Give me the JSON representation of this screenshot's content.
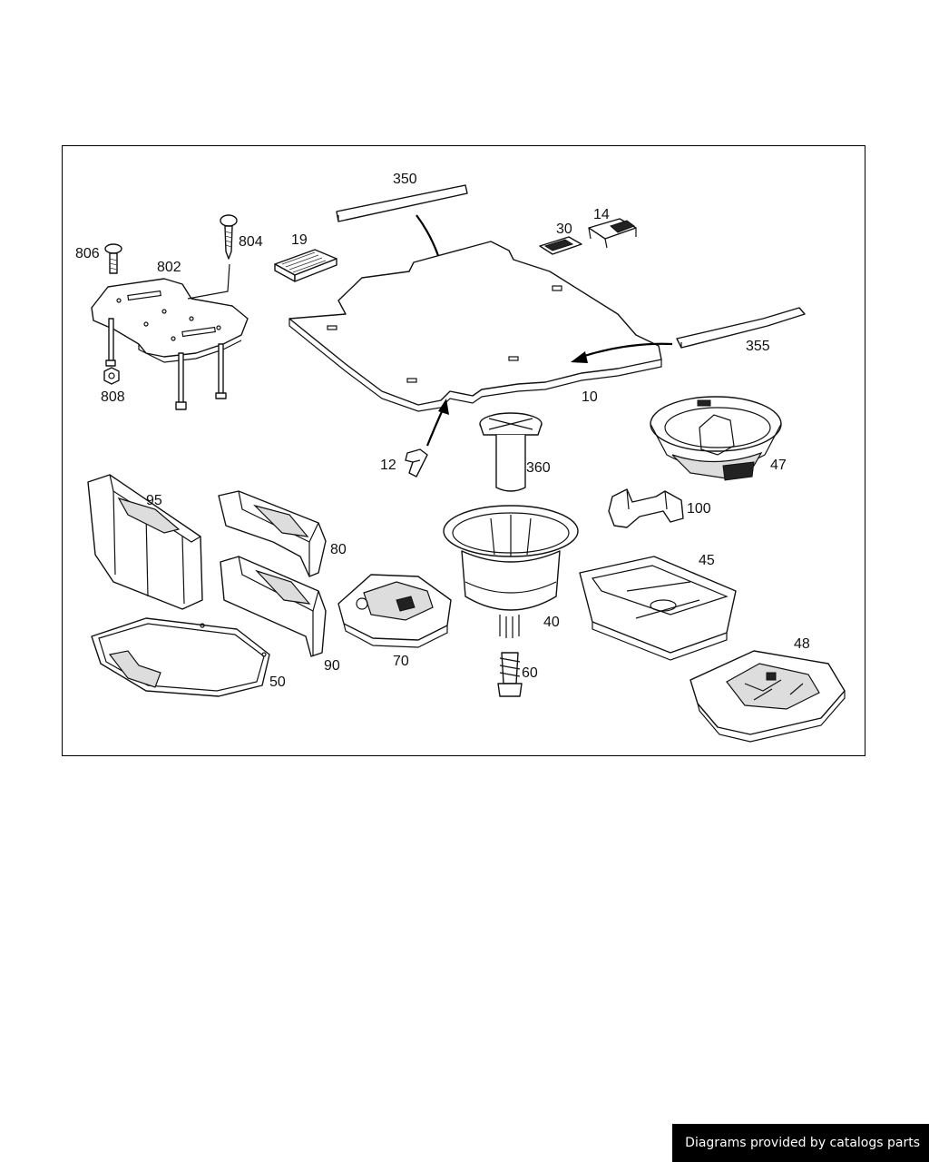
{
  "diagram": {
    "labels": {
      "p350": "350",
      "p355": "355",
      "p19": "19",
      "p30": "30",
      "p14": "14",
      "p806": "806",
      "p802": "802",
      "p804": "804",
      "p808": "808",
      "p10": "10",
      "p12": "12",
      "p360": "360",
      "p47": "47",
      "p100": "100",
      "p95": "95",
      "p80": "80",
      "p90": "90",
      "p70": "70",
      "p40": "40",
      "p45": "45",
      "p48": "48",
      "p50": "50",
      "p60": "60"
    },
    "colors": {
      "line": "#111111",
      "background": "#ffffff"
    }
  },
  "footer": {
    "text": "Diagrams provided by catalogs parts"
  }
}
